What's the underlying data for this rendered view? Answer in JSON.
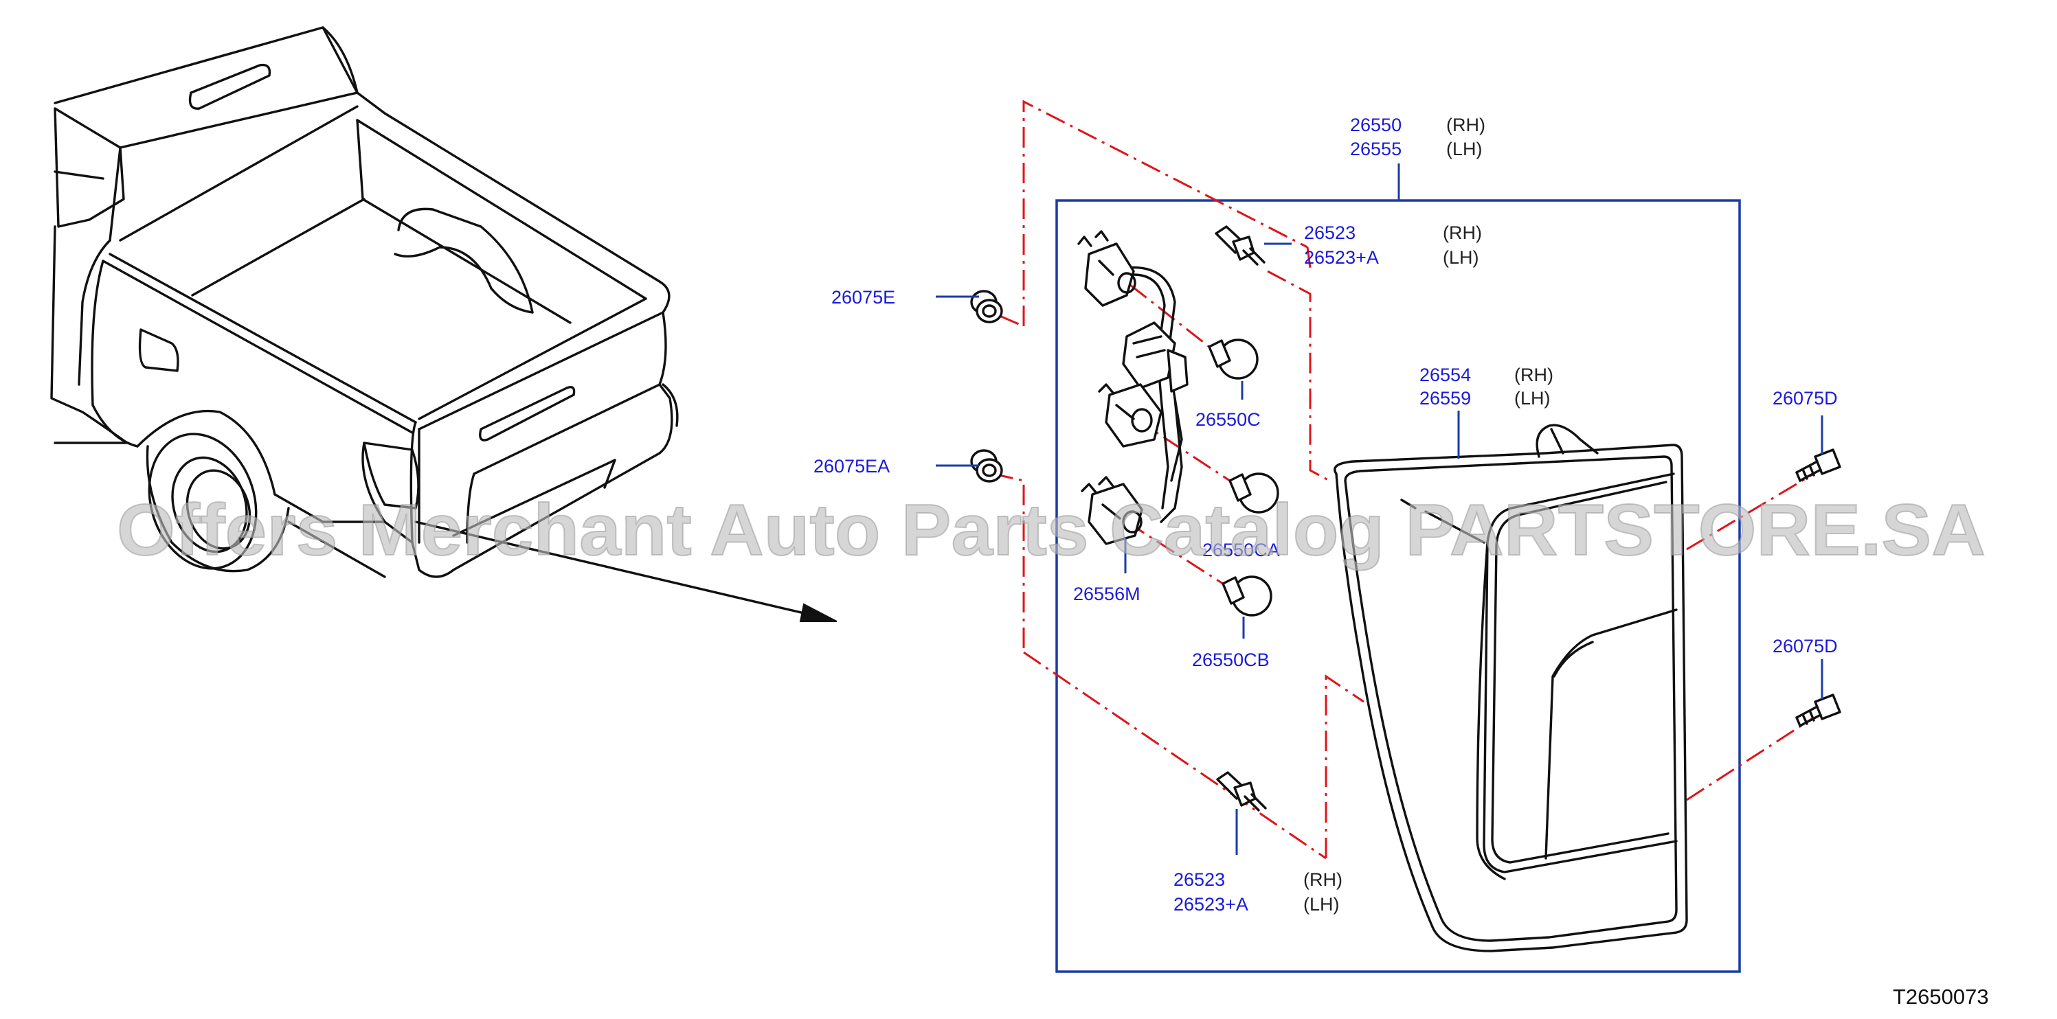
{
  "diagram_ref": "T2650073",
  "watermark": "Offers Merchant Auto Parts Catalog PARTSTORE.SA",
  "callouts": {
    "lamp_assy": {
      "rh": "26550",
      "lh": "26555",
      "rh_side": "(RH)",
      "lh_side": "(LH)"
    },
    "clip_top": {
      "rh": "26523",
      "lh": "26523+A",
      "rh_side": "(RH)",
      "lh_side": "(LH)"
    },
    "lens": {
      "rh": "26554",
      "lh": "26559",
      "rh_side": "(RH)",
      "lh_side": "(LH)"
    },
    "clip_bottom": {
      "rh": "26523",
      "lh": "26523+A",
      "rh_side": "(RH)",
      "lh_side": "(LH)"
    },
    "grommet_upper": "26075E",
    "grommet_lower": "26075EA",
    "screw_upper": "26075D",
    "screw_lower": "26075D",
    "bulb_upper": "26550C",
    "bulb_middle": "26550CA",
    "bulb_lower": "26550CB",
    "harness": "26556M"
  },
  "colors": {
    "callout_text": "#1a1adb",
    "leader_line": "#1a3ca8",
    "phantom_line": "#e0141b",
    "line_art": "#111111"
  }
}
